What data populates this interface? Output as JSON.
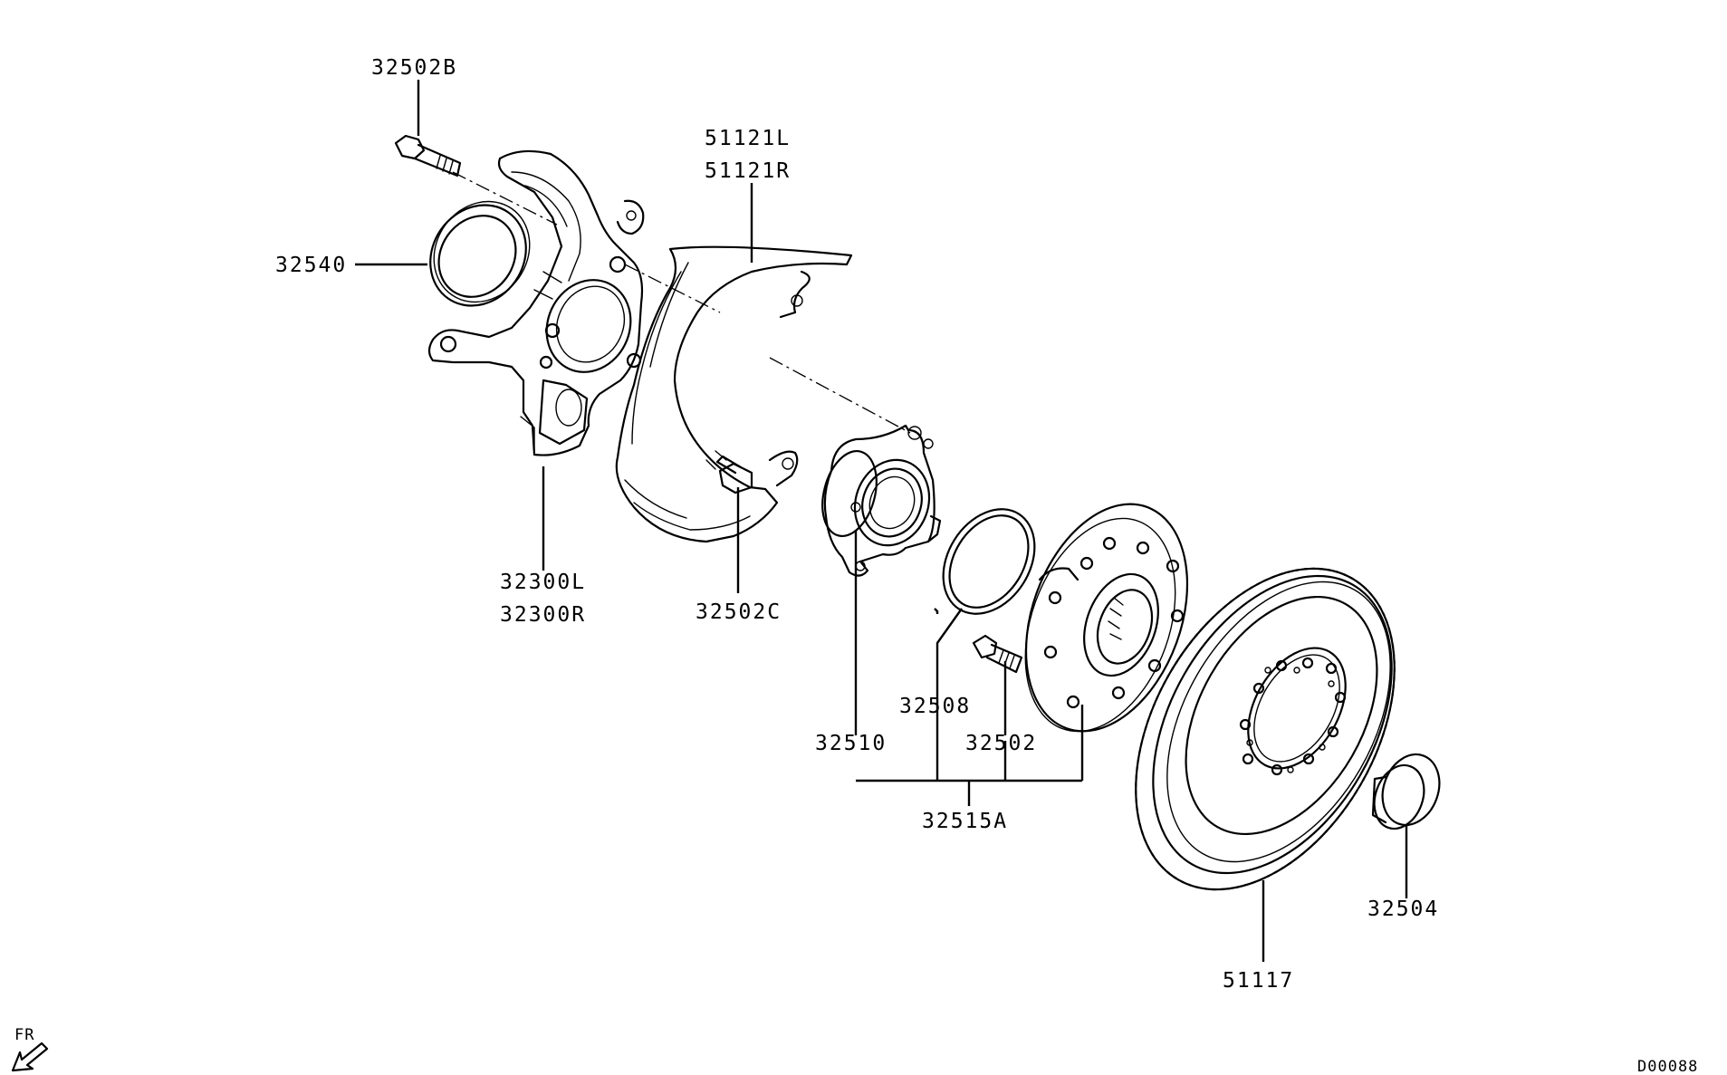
{
  "labels": {
    "p32502B": "32502B",
    "p32540": "32540",
    "p51121L": "51121L",
    "p51121R": "51121R",
    "p32300L": "32300L",
    "p32300R": "32300R",
    "p32502C": "32502C",
    "p32508": "32508",
    "p32510": "32510",
    "p32502": "32502",
    "p32515A": "32515A",
    "p32504": "32504",
    "p51117": "51117"
  },
  "orientation": {
    "text": "FR",
    "icon": "front-direction-arrow-icon"
  },
  "diagram_code": "D00088"
}
